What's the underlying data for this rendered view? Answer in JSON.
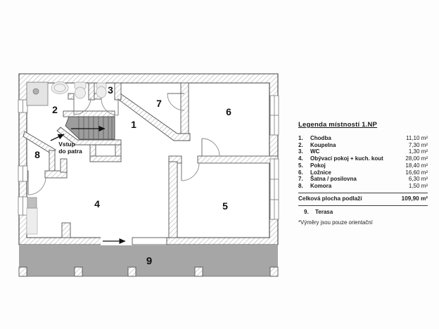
{
  "plan": {
    "rooms": [
      {
        "number": "1",
        "name": "Chodba",
        "area": "11,10 m²"
      },
      {
        "number": "2",
        "name": "Koupelna",
        "area": "7,30 m²"
      },
      {
        "number": "3",
        "name": "WC",
        "area": "1,30 m²"
      },
      {
        "number": "4",
        "name": "Obývací pokoj + kuch. kout",
        "area": "28,00 m²"
      },
      {
        "number": "5",
        "name": "Pokoj",
        "area": "18,40 m²"
      },
      {
        "number": "6",
        "name": "Ložnice",
        "area": "16,60 m²"
      },
      {
        "number": "7",
        "name": "Šatna / posilovna",
        "area": "6,30 m²"
      },
      {
        "number": "8",
        "name": "Komora",
        "area": "1,50 m²"
      }
    ],
    "terrace": {
      "number": "9",
      "name": "Terasa"
    },
    "stairs_label": {
      "line1": "Vstup",
      "line2": "do patra"
    },
    "colors": {
      "terrace_fill": "#a6a6a6",
      "stair_fill": "#9d9d9d",
      "wall_outline": "#444444",
      "hatch_line": "#ababab",
      "fixture_fill": "#ececec"
    }
  },
  "legend": {
    "title": "Legenda místností 1.NP",
    "total_label": "Celková plocha podlaží",
    "total_value": "109,90 m²",
    "footnote": "*Výměry jsou pouze orientační"
  }
}
